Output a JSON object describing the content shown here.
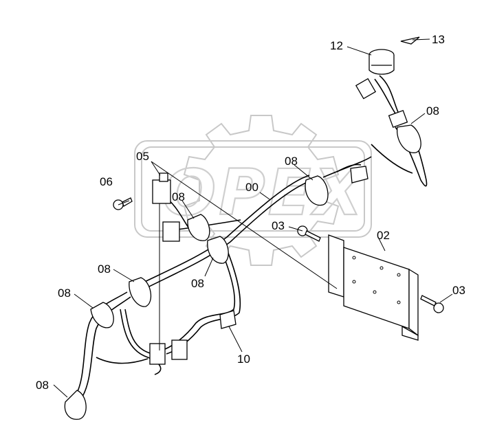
{
  "watermark": {
    "text": "OPEX"
  },
  "callouts": [
    {
      "id": "13-top",
      "text": "13"
    },
    {
      "id": "12-top",
      "text": "12"
    },
    {
      "id": "08-right",
      "text": "08"
    },
    {
      "id": "05",
      "text": "05"
    },
    {
      "id": "08-upper",
      "text": "08"
    },
    {
      "id": "06",
      "text": "06"
    },
    {
      "id": "00",
      "text": "00"
    },
    {
      "id": "08-mid-left",
      "text": "08"
    },
    {
      "id": "03-mid",
      "text": "03"
    },
    {
      "id": "02",
      "text": "02"
    },
    {
      "id": "08-left",
      "text": "08"
    },
    {
      "id": "08-center",
      "text": "08"
    },
    {
      "id": "03-right",
      "text": "03"
    },
    {
      "id": "08-far-left",
      "text": "08"
    },
    {
      "id": "10",
      "text": "10"
    },
    {
      "id": "08-bottom",
      "text": "08"
    }
  ]
}
